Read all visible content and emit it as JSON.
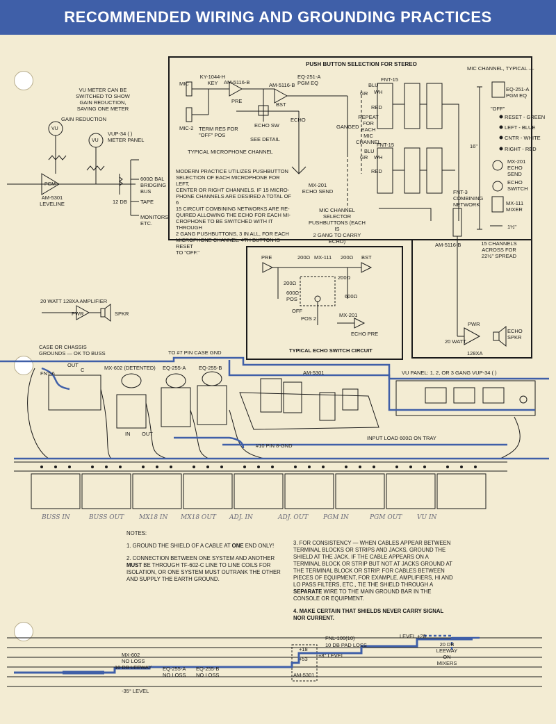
{
  "header": {
    "title": "RECOMMENDED WIRING AND GROUNDING PRACTICES"
  },
  "left_panel": {
    "vu_note": "VU METER CAN BE\nSWITCHED TO SHOW\nGAIN REDUCTION,\nSAVING ONE METER",
    "gain_reduction": "GAIN REDUCTION",
    "vu": "VU",
    "vup34": "VUP-34 ( )\nMETER PANEL",
    "pgm": "PGM",
    "am5301": "AM-5301\nLEVELINE",
    "db12": "12 db",
    "bal_bus": "600Ω BAL\nBRIDGING\nBUS",
    "tape": "TAPE",
    "monitors": "MONITORS\nETC."
  },
  "stereo_box": {
    "title": "PUSH BUTTON SELECTION FOR STEREO",
    "mic_channel_typical": "MIC CHANNEL, TYPICAL —",
    "mic": "MIC",
    "mic2": "MIC-2",
    "ky1044": "KY-1044-H\nKEY",
    "am5116_pre": "AM-5116-B",
    "pre": "PRE",
    "am5116_bst": "AM-5116-B",
    "bst": "BST",
    "eq251_pgm": "EQ-251-A\nPGM EQ",
    "fnt15_top": "FNT-15",
    "fnt15_bottom": "FNT-15",
    "blu": "BLU",
    "gr": "GR",
    "wh": "WH",
    "red": "RED",
    "blu2": "BLU",
    "gr2": "GR",
    "wh2": "WH",
    "red2": "RED",
    "term_res": "TERM RES FOR\n\"OFF\" POS",
    "echo_sw": "ECHO SW",
    "see_detail": "SEE DETAIL",
    "echo": "ECHO",
    "ganged": "GANGED",
    "repeat": "REPEAT\nFOR\nEACH\nMIC\nCHANNEL",
    "typical_mic_channel": "TYPICAL MICROPHONE CHANNEL",
    "modern_practice": "MODERN PRACTICE UTILIZES PUSHBUTTON\nSELECTION OF EACH MICROPHONE FOR LEFT,\nCENTER OR RIGHT CHANNELS. IF 15 MICRO-\nPHONE CHANNELS ARE DESIRED A TOTAL OF 6\n15 CIRCUIT COMBINING NETWORKS ARE RE-\nQUIRED ALLOWING THE ECHO FOR EACH MI-\nCROPHONE TO BE SWITCHED WITH IT THROUGH\n2 GANG PUSHBUTTONS, 3 IN ALL, FOR EACH\nMICROPHONE CHANNEL. 4th BUTTON IS RESET\nTO \"OFF.\"",
    "mx201_echo_send": "MX-201\nECHO SEND",
    "mic_selector": "MIC CHANNEL SELECTOR\nPUSHBUTTONS (EACH IS\n2 GANG TO CARRY ECHO)",
    "fnt3": "FNT-3\nCOMBINING\nNETWORK",
    "am5116_out": "AM-5116-B",
    "eq251_right": "EQ-251-A\nPGM EQ",
    "off_legend": "\"OFF\"",
    "reset_green": "RESET - GREEN",
    "left_blue": "LEFT - BLUE",
    "cntr_white": "CNTR - WHITE",
    "right_red": "RIGHT - RED",
    "mx201_send": "MX-201\nECHO\nSEND",
    "echo_switch": "ECHO\nSWITCH",
    "mx111_mixer": "MX-111\nMIXER",
    "dim16": "16\"",
    "dim112": "1½\"",
    "fifteen_channels": "15 CHANNELS\nACROSS FOR\n22½\" SPREAD",
    "pwr": "PWR",
    "echo_spkr": "ECHO\nSPKR",
    "watt20": "20 WATT",
    "xa128": "128XA"
  },
  "echo_box": {
    "title": "TYPICAL ECHO SWITCH CIRCUIT",
    "pre": "PRE",
    "r200a": "200Ω",
    "mx111": "MX-111",
    "r200b": "200Ω",
    "bst": "BST",
    "r200c": "200Ω",
    "r200d": "200Ω",
    "r600a": "600Ω\nPOS",
    "r600b": "600Ω",
    "off": "OFF",
    "pos2": "POS 2",
    "mx201": "MX-201",
    "echo_pre": "ECHO PRE"
  },
  "amp_section": {
    "amp_label": "20 WATT 128XA AMPLIFIER",
    "pwr": "PWR",
    "spkr": "SPKR"
  },
  "hardware": {
    "case_grounds": "CASE OR CHASSIS\nGROUNDS — OK TO BUSS",
    "to_pin7": "TO #7 PIN CASE GND",
    "fnt6": "FNT-6",
    "out1": "OUT",
    "c1": "C",
    "mx602": "MX-602 (DETENTED)",
    "eq255a": "EQ-255-A",
    "eq255b": "EQ-255-B",
    "am5301": "AM-5301",
    "in": "IN",
    "out2": "OUT",
    "vu_panel": "VU PANEL: 1, 2, OR 3 GANG    VUP-34 ( )",
    "input_load": "INPUT LOAD 600Ω ON TRAY",
    "pin10": "#10 PIN 8-GND"
  },
  "jack_labels": [
    "BUSS IN",
    "BUSS OUT",
    "MX18 IN",
    "MX18 OUT",
    "ADJ. IN",
    "ADJ. OUT",
    "PGM IN",
    "PGM OUT",
    "VU IN"
  ],
  "notes": {
    "heading": "NOTES:",
    "n1_a": "1. GROUND THE SHIELD OF A CABLE AT ",
    "n1_b": "ONE",
    "n1_c": " END ONLY!",
    "n2_a": "2. CONNECTION BETWEEN ONE SYSTEM AND ANOTHER ",
    "n2_b": "MUST",
    "n2_c": " BE THROUGH TF-602-C LINE TO LINE COILS FOR ISOLATION, OR ONE SYSTEM MUST OUTRANK THE OTHER AND SUPPLY THE EARTH GROUND.",
    "n3_a": "3. FOR CONSISTENCY — WHEN CABLES APPEAR BETWEEN TERMINAL BLOCKS OR STRIPS AND JACKS, GROUND THE SHIELD AT THE JACK. IF THE CABLE APPEARS ON A TERMINAL BLOCK OR STRIP BUT NOT AT JACKS GROUND AT THE TERMINAL BLOCK OR STRIP. FOR CABLES BETWEEN PIECES OF EQUIPMENT, FOR EXAMPLE, AMPLIFIERS, HI AND LO PASS FILTERS, ETC., TIE THE SHIELD THROUGH A ",
    "n3_b": "SEPARATE",
    "n3_c": " WIRE TO THE MAIN GROUND BAR IN THE CONSOLE OR EQUIPMENT.",
    "n4": "4. MAKE CERTAIN THAT SHIELDS NEVER CARRY SIGNAL NOR CURRENT."
  },
  "level_diagram": {
    "mx602": "MX-602",
    "no_loss1": "NO LOSS",
    "leeway10": "10 DB LEEWAY",
    "eq255a": "EQ-255-A\nNO LOSS",
    "eq255b": "EQ-255-B\nNO LOSS",
    "level35": "-35° LEVEL",
    "plus18": "+18",
    "plus53": "+53",
    "am5301": "AM-5301",
    "fnl100": "FNL-100(10)",
    "pad10": "10 DB PAD LOSS",
    "level8": "+8° LEVEL",
    "level28": "LEVEL +28",
    "leeway20": "20 DB\nLEEWAY\nON\nMIXERS"
  },
  "colors": {
    "accent": "#3f5fa8",
    "paper": "#f3ecd3",
    "ink": "#1a1a1a"
  }
}
